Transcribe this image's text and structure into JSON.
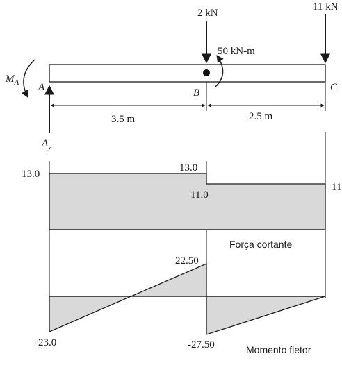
{
  "beam": {
    "load_b": "2 kN",
    "load_c": "11 kN",
    "moment_b": "50 kN-m",
    "moment_a_label": "M",
    "moment_a_sub": "A",
    "point_a": "A",
    "point_b": "B",
    "point_c": "C",
    "reaction_a_label": "A",
    "reaction_a_sub": "y",
    "dim_ab": "3.5 m",
    "dim_bc": "2.5 m"
  },
  "shear_diagram": {
    "title": "Força cortante",
    "val_a": "13.0",
    "val_b_left": "13.0",
    "val_b_right": "11.0",
    "val_c": "11"
  },
  "moment_diagram": {
    "title": "Momento fletor",
    "val_a": "-23.0",
    "val_b_left": "22.50",
    "val_b_right": "-27.50"
  },
  "colors": {
    "fill": "#d9d9d9",
    "line": "#1a1a1a"
  }
}
